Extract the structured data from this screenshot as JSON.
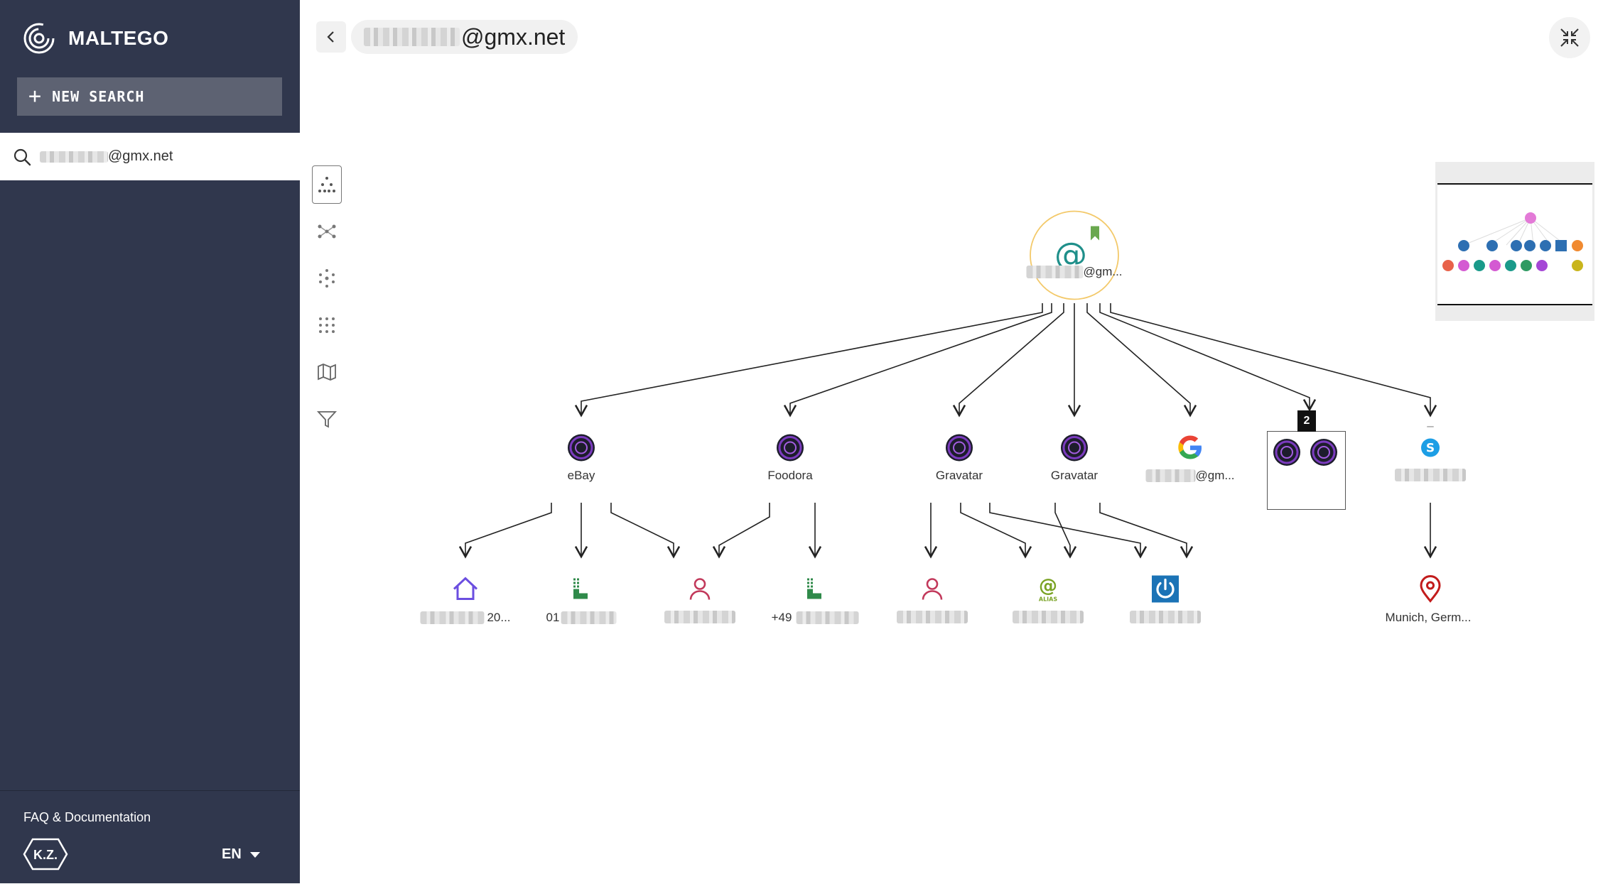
{
  "app": {
    "name": "MALTEGO"
  },
  "sidebar": {
    "new_search_label": "NEW SEARCH",
    "recent_search_suffix": "@gmx.net",
    "faq_label": "FAQ & Documentation",
    "language": "EN",
    "user_initials": "K.Z."
  },
  "header": {
    "title_suffix": "@gmx.net"
  },
  "graph": {
    "root": {
      "label_suffix": "@gm...",
      "icon": "at-email-icon"
    },
    "level1": [
      {
        "id": "ebay",
        "label": "eBay",
        "icon": "darkside-icon"
      },
      {
        "id": "foodora",
        "label": "Foodora",
        "icon": "darkside-icon"
      },
      {
        "id": "gravatar1",
        "label": "Gravatar",
        "icon": "darkside-icon"
      },
      {
        "id": "gravatar2",
        "label": "Gravatar",
        "icon": "darkside-icon"
      },
      {
        "id": "google",
        "label_suffix": "@gm...",
        "icon": "google-icon"
      },
      {
        "id": "group",
        "badge": "2",
        "icon": "darkside-icon"
      },
      {
        "id": "skype",
        "label_prefix": "–",
        "icon": "skype-icon"
      }
    ],
    "level2": [
      {
        "id": "address",
        "label_suffix": "20...",
        "icon": "house-icon"
      },
      {
        "id": "phone1",
        "label_prefix": "01",
        "icon": "phone-icon"
      },
      {
        "id": "person1",
        "icon": "person-icon"
      },
      {
        "id": "phone2",
        "label_prefix": "+49",
        "icon": "phone-icon"
      },
      {
        "id": "person2",
        "icon": "person-icon"
      },
      {
        "id": "alias",
        "icon": "alias-icon",
        "icon_text": "ALIAS"
      },
      {
        "id": "power",
        "icon": "power-icon"
      },
      {
        "id": "location",
        "label": "Munich, Germ...",
        "icon": "location-pin-icon"
      }
    ]
  },
  "colors": {
    "sidebar_bg": "#30374d",
    "new_search_bg": "#5d6272",
    "root_ring": "#f3c96a",
    "email_teal": "#1f8f8a",
    "person_red": "#c2395b",
    "phone_green": "#2f8a4a",
    "house_purple": "#6b4ee0",
    "skype_blue": "#1c9ee5",
    "power_blue": "#1b73b6",
    "pin_red": "#c21c1c"
  }
}
